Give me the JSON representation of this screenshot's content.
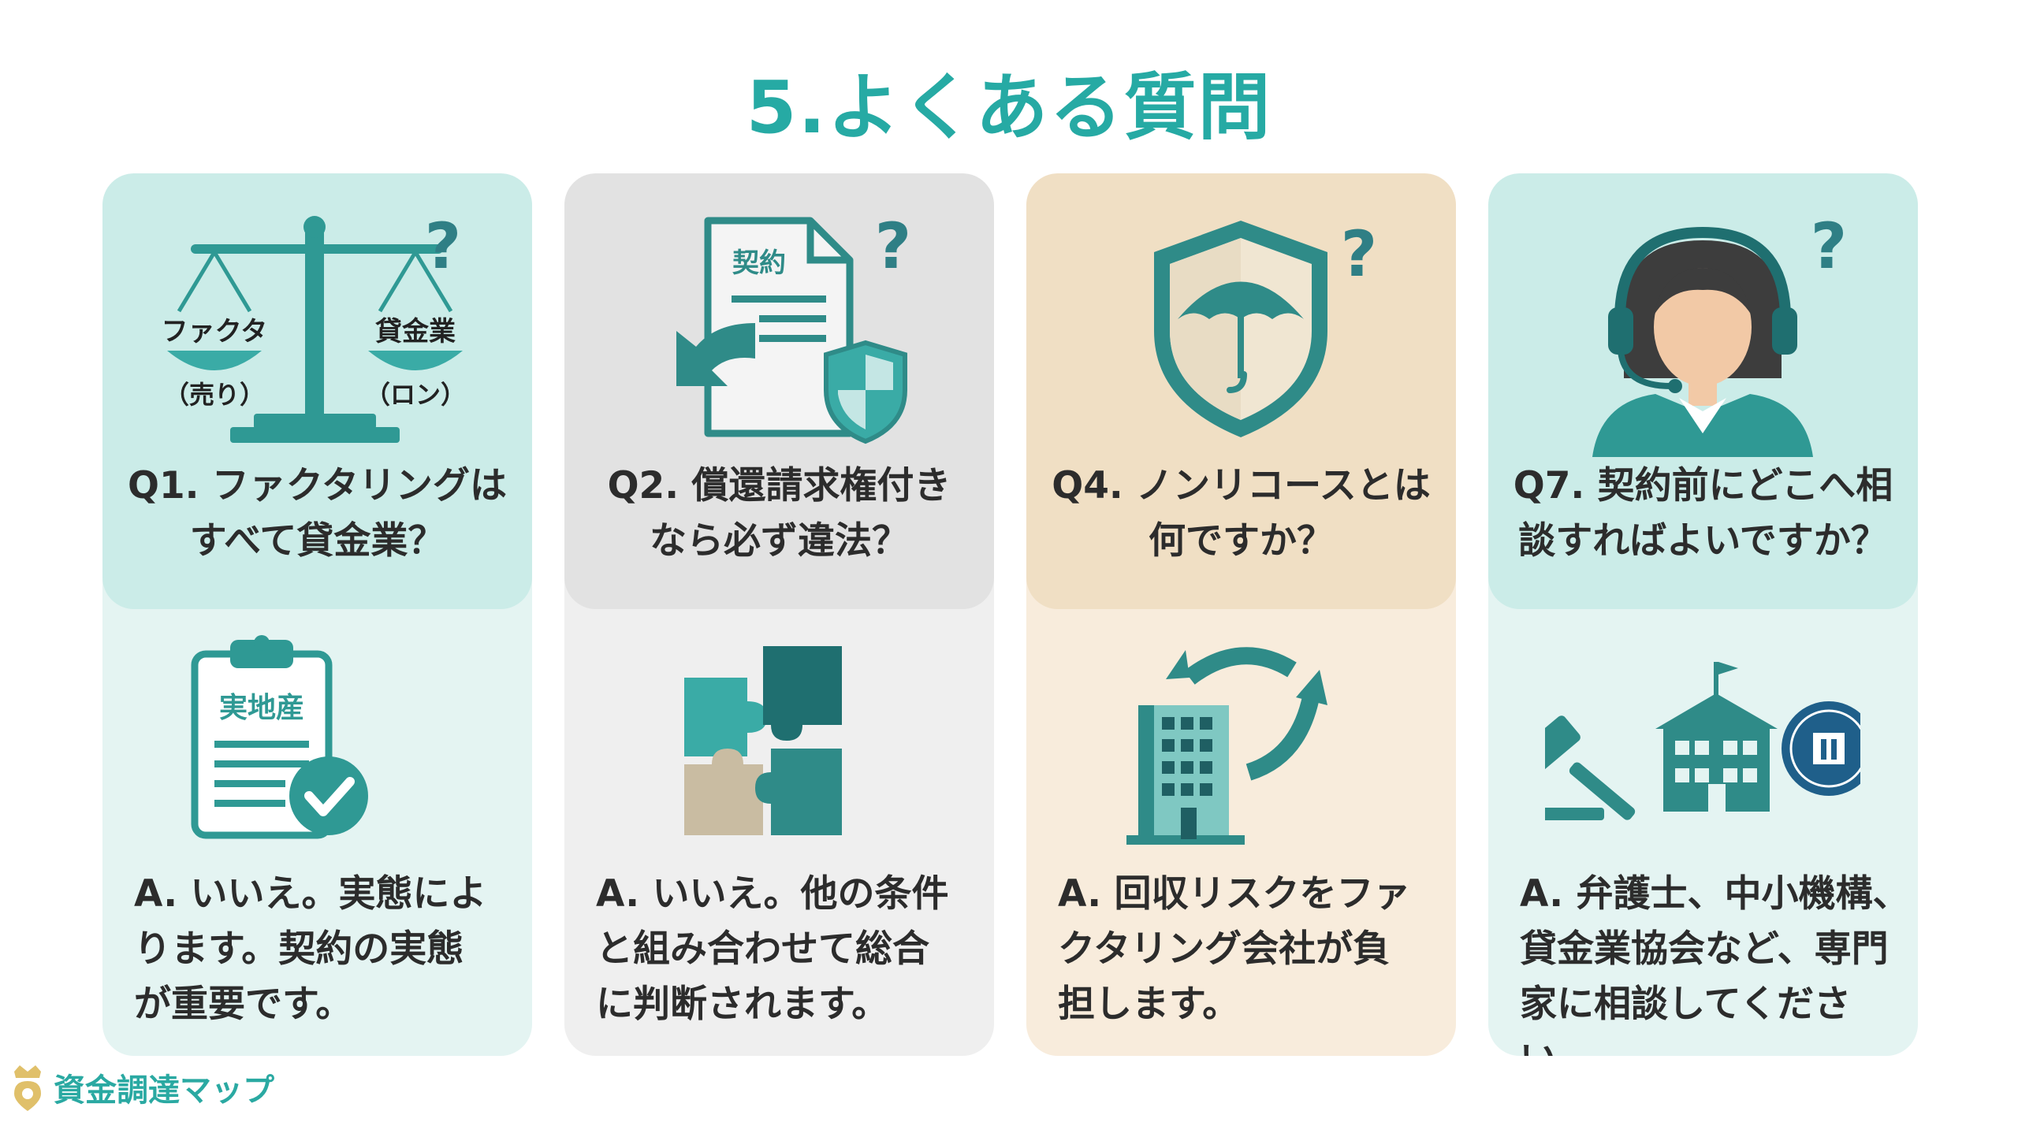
{
  "title": "5.よくある質問",
  "colors": {
    "accent": "#26aaa4",
    "teal_dark": "#2f8f8c",
    "teal": "#3aaba6"
  },
  "cards": [
    {
      "question_lines": [
        "Q1. ファクタリングは",
        "すべて貸金業？"
      ],
      "answer_lines": [
        "A. いいえ。実態によ",
        "ります。契約の実態",
        "が重要です。"
      ],
      "icon_top": "balance-scale-icon",
      "icon_top_labels": {
        "left": "ファクタ",
        "left_sub": "（売り）",
        "right": "貸金業",
        "right_sub": "（ロン）"
      },
      "icon_bottom": "clipboard-check-icon",
      "icon_bottom_label": "実地産"
    },
    {
      "question_lines": [
        "Q2. 償還請求権付き",
        "なら必ず違法？"
      ],
      "answer_lines": [
        "A. いいえ。他の条件",
        "と組み合わせて総合",
        "に判断されます。"
      ],
      "icon_top": "contract-shield-icon",
      "icon_top_labels": {
        "doc": "契約"
      },
      "icon_bottom": "puzzle-icon"
    },
    {
      "question_lines": [
        "Q4. ノンリコースとは",
        "何ですか？"
      ],
      "answer_lines": [
        "A. 回収リスクをファ",
        "クタリング会社が負",
        "担します。"
      ],
      "icon_top": "umbrella-shield-icon",
      "icon_bottom": "building-arrows-icon"
    },
    {
      "question_lines": [
        "Q7. 契約前にどこへ相",
        "談すればよいですか？"
      ],
      "answer_lines": [
        "A. 弁護士、中小機構、",
        "貸金業協会など、専門",
        "家に相談してください。"
      ],
      "icon_top": "support-operator-icon",
      "icon_bottom": "gavel-building-seal-icon"
    }
  ],
  "question_mark": "?",
  "logo": {
    "text": "資金調達マップ",
    "icon": "map-pin-crown-icon"
  }
}
